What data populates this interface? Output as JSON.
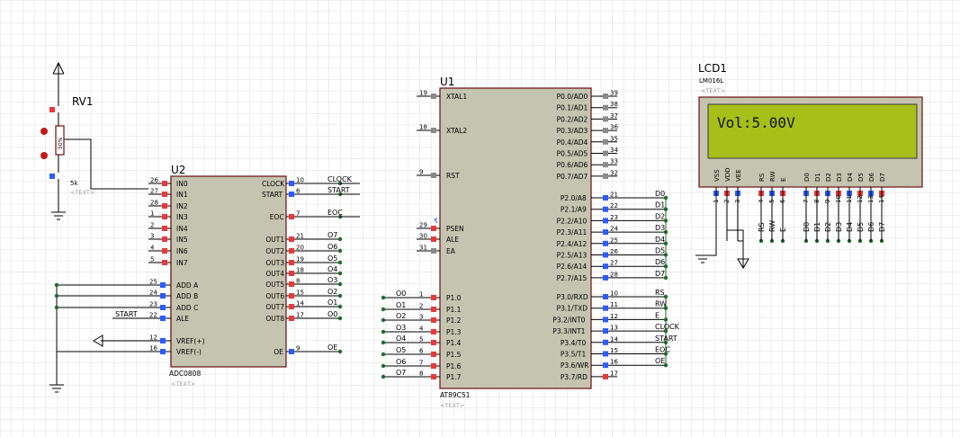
{
  "u1": {
    "ref": "U1",
    "part": "AT89C51",
    "text_tag": "<TEXT>",
    "left_pins": [
      {
        "num": "19",
        "name": "XTAL1"
      },
      {
        "num": "18",
        "name": "XTAL2"
      },
      {
        "num": "9",
        "name": "RST"
      },
      {
        "num": "29",
        "name": "PSEN"
      },
      {
        "num": "30",
        "name": "ALE"
      },
      {
        "num": "31",
        "name": "EA"
      },
      {
        "num": "1",
        "name": "P1.0",
        "net": "O0"
      },
      {
        "num": "2",
        "name": "P1.1",
        "net": "O1"
      },
      {
        "num": "3",
        "name": "P1.2",
        "net": "O2"
      },
      {
        "num": "4",
        "name": "P1.3",
        "net": "O3"
      },
      {
        "num": "5",
        "name": "P1.4",
        "net": "O4"
      },
      {
        "num": "6",
        "name": "P1.5",
        "net": "O5"
      },
      {
        "num": "7",
        "name": "P1.6",
        "net": "O6"
      },
      {
        "num": "8",
        "name": "P1.7",
        "net": "O7"
      }
    ],
    "right_pins": [
      {
        "num": "39",
        "name": "P0.0/AD0"
      },
      {
        "num": "38",
        "name": "P0.1/AD1"
      },
      {
        "num": "37",
        "name": "P0.2/AD2"
      },
      {
        "num": "36",
        "name": "P0.3/AD3"
      },
      {
        "num": "35",
        "name": "P0.4/AD4"
      },
      {
        "num": "34",
        "name": "P0.5/AD5"
      },
      {
        "num": "33",
        "name": "P0.6/AD6"
      },
      {
        "num": "32",
        "name": "P0.7/AD7"
      },
      {
        "num": "21",
        "name": "P2.0/A8",
        "net": "D0"
      },
      {
        "num": "22",
        "name": "P2.1/A9",
        "net": "D1"
      },
      {
        "num": "23",
        "name": "P2.2/A10",
        "net": "D2"
      },
      {
        "num": "24",
        "name": "P2.3/A11",
        "net": "D3"
      },
      {
        "num": "25",
        "name": "P2.4/A12",
        "net": "D4"
      },
      {
        "num": "26",
        "name": "P2.5/A13",
        "net": "D5"
      },
      {
        "num": "27",
        "name": "P2.6/A14",
        "net": "D6"
      },
      {
        "num": "28",
        "name": "P2.7/A15",
        "net": "D7"
      },
      {
        "num": "10",
        "name": "P3.0/RXD",
        "net": "RS"
      },
      {
        "num": "11",
        "name": "P3.1/TXD",
        "net": "RW"
      },
      {
        "num": "12",
        "name": "P3.2/INT0",
        "net": "E"
      },
      {
        "num": "13",
        "name": "P3.3/INT1",
        "net": "CLOCK"
      },
      {
        "num": "14",
        "name": "P3.4/T0",
        "net": "START"
      },
      {
        "num": "15",
        "name": "P3.5/T1",
        "net": "EOC"
      },
      {
        "num": "16",
        "name": "P3.6/WR",
        "net": "OE"
      },
      {
        "num": "17",
        "name": "P3.7/RD"
      }
    ]
  },
  "u2": {
    "ref": "U2",
    "part": "ADC0808",
    "text_tag": "<TEXT>",
    "left_pins": [
      {
        "num": "26",
        "name": "IN0"
      },
      {
        "num": "27",
        "name": "IN1"
      },
      {
        "num": "28",
        "name": "IN2"
      },
      {
        "num": "1",
        "name": "IN3"
      },
      {
        "num": "2",
        "name": "IN4"
      },
      {
        "num": "3",
        "name": "IN5"
      },
      {
        "num": "4",
        "name": "IN6"
      },
      {
        "num": "5",
        "name": "IN7"
      },
      {
        "num": "25",
        "name": "ADD A"
      },
      {
        "num": "24",
        "name": "ADD B"
      },
      {
        "num": "23",
        "name": "ADD C"
      },
      {
        "num": "22",
        "name": "ALE",
        "net": "START"
      },
      {
        "num": "12",
        "name": "VREF(+)"
      },
      {
        "num": "16",
        "name": "VREF(-)"
      }
    ],
    "right_pins": [
      {
        "num": "10",
        "name": "CLOCK",
        "net": "CLOCK"
      },
      {
        "num": "6",
        "name": "START",
        "net": "START"
      },
      {
        "num": "7",
        "name": "EOC",
        "net": "EOC"
      },
      {
        "num": "21",
        "name": "OUT1",
        "net": "O7"
      },
      {
        "num": "20",
        "name": "OUT2",
        "net": "O6"
      },
      {
        "num": "19",
        "name": "OUT3",
        "net": "O5"
      },
      {
        "num": "18",
        "name": "OUT4",
        "net": "O4"
      },
      {
        "num": "8",
        "name": "OUT5",
        "net": "O3"
      },
      {
        "num": "15",
        "name": "OUT6",
        "net": "O2"
      },
      {
        "num": "14",
        "name": "OUT7",
        "net": "O1"
      },
      {
        "num": "17",
        "name": "OUT8",
        "net": "O0"
      },
      {
        "num": "9",
        "name": "OE",
        "net": "OE"
      }
    ]
  },
  "rv1": {
    "ref": "RV1",
    "value": "5k",
    "text_tag": "<TEXT>",
    "percent": "50%"
  },
  "lcd1": {
    "ref": "LCD1",
    "part": "LM016L",
    "text_tag": "<TEXT>",
    "display_text": "Vol:5.00V",
    "pins": [
      {
        "num": "1",
        "name": "VSS"
      },
      {
        "num": "2",
        "name": "VDD"
      },
      {
        "num": "3",
        "name": "VEE"
      },
      {
        "num": "4",
        "name": "RS",
        "net": "RS"
      },
      {
        "num": "5",
        "name": "RW",
        "net": "RW"
      },
      {
        "num": "6",
        "name": "E",
        "net": "E"
      },
      {
        "num": "7",
        "name": "D0",
        "net": "D0"
      },
      {
        "num": "8",
        "name": "D1",
        "net": "D1"
      },
      {
        "num": "9",
        "name": "D2",
        "net": "D2"
      },
      {
        "num": "10",
        "name": "D3",
        "net": "D3"
      },
      {
        "num": "11",
        "name": "D4",
        "net": "D4"
      },
      {
        "num": "12",
        "name": "D5",
        "net": "D5"
      },
      {
        "num": "13",
        "name": "D6",
        "net": "D6"
      },
      {
        "num": "14",
        "name": "D7",
        "net": "D7"
      }
    ]
  },
  "colors": {
    "grid_minor": "#dcdcdc",
    "grid_major": "#c4c4c4",
    "chip_fill": "#c4c4b0",
    "chip_border": "#6b0f0f",
    "pin_red": "#e8393c",
    "pin_blue": "#2c5bff",
    "pin_gray": "#8a8a8a",
    "lcd_screen": "#a6bf19"
  }
}
